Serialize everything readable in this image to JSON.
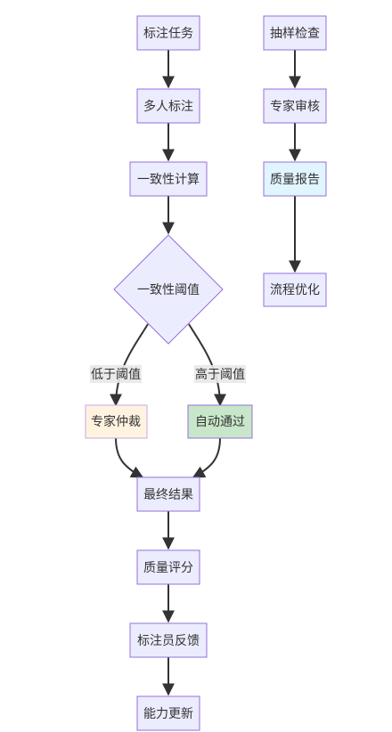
{
  "nodes": {
    "label_task": "标注任务",
    "multi_label": "多人标注",
    "consistency_calc": "一致性计算",
    "consistency_threshold": "一致性阈值",
    "expert_arbitration": "专家仲裁",
    "auto_pass": "自动通过",
    "final_result": "最终结果",
    "quality_score": "质量评分",
    "labeler_feedback": "标注员反馈",
    "ability_update": "能力更新",
    "sampling_check": "抽样检查",
    "expert_review": "专家审核",
    "quality_report": "质量报告",
    "process_optimize": "流程优化"
  },
  "edge_labels": {
    "below_threshold": "低于阈值",
    "above_threshold": "高于阈值"
  },
  "colors": {
    "default_fill": "#ECECFF",
    "default_stroke": "#9370DB",
    "arbitration_fill": "#FFF3E0",
    "arbitration_stroke": "#C9A7E8",
    "auto_pass_fill": "#C8E6C9",
    "auto_pass_stroke": "#9370DB",
    "report_fill": "#E1F5FE",
    "report_stroke": "#9370DB",
    "edge": "#333333"
  }
}
